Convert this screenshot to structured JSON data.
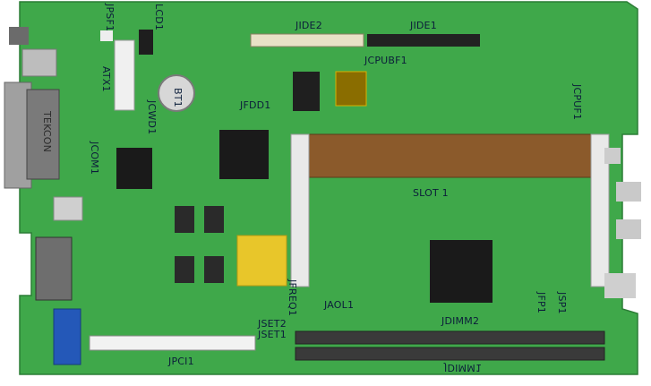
{
  "board": {
    "pcb_color": "#3fa84a",
    "pcb_color_dark": "#2f8c3a",
    "chip_color": "#1f1f1f",
    "slot_color": "#8b5a2b",
    "gold_color": "#e8c62a",
    "vga_color": "#2458b8"
  },
  "labels": {
    "jpsf1": "JPSF1",
    "lcd1": "LCD1",
    "jide2": "JIDE2",
    "jide1": "JIDE1",
    "jcpubf1": "JCPUBF1",
    "atx1": "ATX1",
    "bt1": "BT1",
    "jfdd1": "JFDD1",
    "jcwd1": "JCWD1",
    "tekcon": "TEKCON",
    "jcom1": "JCOM1",
    "slot1": "SLOT 1",
    "jcpuf1": "JCPUF1",
    "jfreq1": "JFREQ1",
    "jaol1": "JAOL1",
    "jdimm2": "JDIMM2",
    "jfp1": "JFP1",
    "jsp1": "JSP1",
    "jset2": "JSET2",
    "jset1": "JSET1",
    "jpci1": "JPCI1",
    "jdimm1": "JDIMM1"
  }
}
